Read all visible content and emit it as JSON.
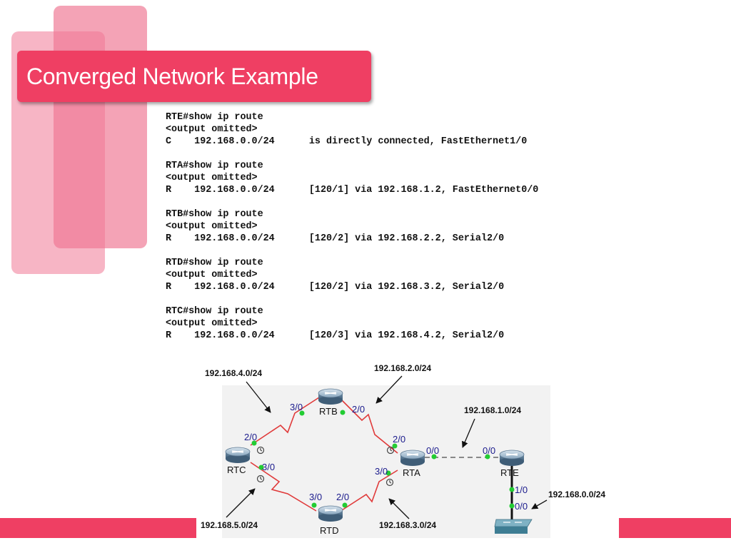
{
  "title": "Converged Network Example",
  "code_lines": [
    "RTE#show ip route",
    "<output omitted>",
    "C    192.168.0.0/24      is directly connected, FastEthernet1/0",
    "",
    "RTA#show ip route",
    "<output omitted>",
    "R    192.168.0.0/24      [120/1] via 192.168.1.2, FastEthernet0/0",
    "",
    "RTB#show ip route",
    "<output omitted>",
    "R    192.168.0.0/24      [120/2] via 192.168.2.2, Serial2/0",
    "",
    "RTD#show ip route",
    "<output omitted>",
    "R    192.168.0.0/24      [120/2] via 192.168.3.2, Serial2/0",
    "",
    "RTC#show ip route",
    "<output omitted>",
    "R    192.168.0.0/24      [120/3] via 192.168.4.2, Serial2/0"
  ],
  "diagram": {
    "networks": {
      "n4": "192.168.4.0/24",
      "n2": "192.168.2.0/24",
      "n1": "192.168.1.0/24",
      "n0": "192.168.0.0/24",
      "n5": "192.168.5.0/24",
      "n3": "192.168.3.0/24"
    },
    "routers": {
      "rtb": "RTB",
      "rtc": "RTC",
      "rta": "RTA",
      "rtd": "RTD",
      "rte": "RTE"
    },
    "ports": {
      "rtb_left": "3/0",
      "rtb_right": "2/0",
      "rta_top": "2/0",
      "rta_fa": "0/0",
      "rte_fa": "0/0",
      "rtc_top": "2/0",
      "rtc_bottom": "3/0",
      "rta_bottom": "3/0",
      "rtd_left": "3/0",
      "rtd_right": "2/0",
      "rte_down": "1/0",
      "switch_port": "0/0"
    }
  }
}
